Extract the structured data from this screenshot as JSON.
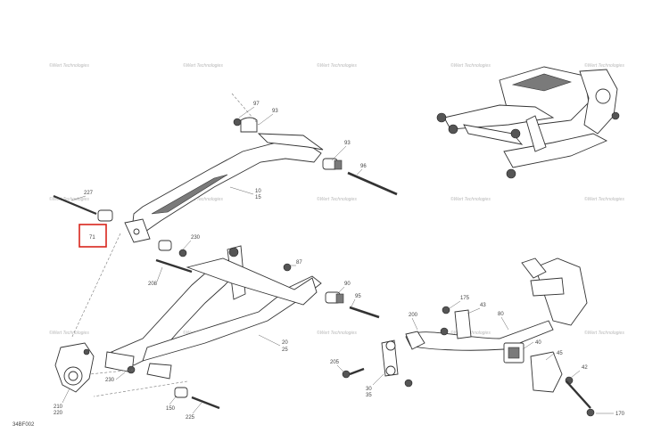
{
  "diagram_id": "34BF002",
  "watermark": "©Wert Technologies",
  "callouts": [
    "97",
    "93",
    "93",
    "96",
    "227",
    "10",
    "15",
    "71",
    "230",
    "208",
    "87",
    "90",
    "95",
    "20",
    "25",
    "210",
    "220",
    "230",
    "150",
    "225",
    "205",
    "30",
    "35",
    "200",
    "175",
    "43",
    "80",
    "40",
    "45",
    "42",
    "170"
  ],
  "highlight_label": "71"
}
